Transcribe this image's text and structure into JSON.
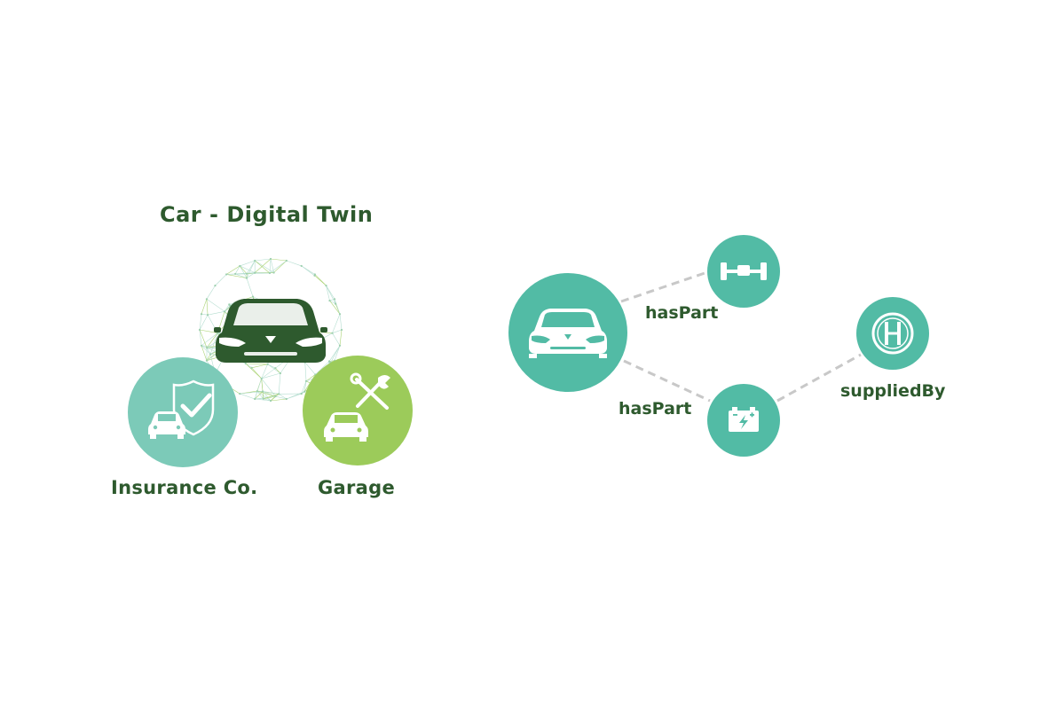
{
  "left_panel": {
    "title": "Car - Digital Twin",
    "insurance_label": "Insurance Co.",
    "garage_label": "Garage"
  },
  "graph": {
    "edge_has_part_top": "hasPart",
    "edge_has_part_bottom": "hasPart",
    "edge_supplied_by": "suppliedBy"
  },
  "colors": {
    "dark_green": "#2e5a2e",
    "teal": "#52bba5",
    "light_teal": "#7ccab8",
    "lime": "#9ccb5a",
    "edge": "#c8c8c8"
  },
  "icons": {
    "digital_twin": "car-front-icon",
    "insurance": "car-shield-check-icon",
    "garage": "car-wrench-icon",
    "car_node": "car-front-icon",
    "axle_node": "axle-icon",
    "battery_node": "battery-icon",
    "supplier_node": "bosch-logo-icon"
  }
}
